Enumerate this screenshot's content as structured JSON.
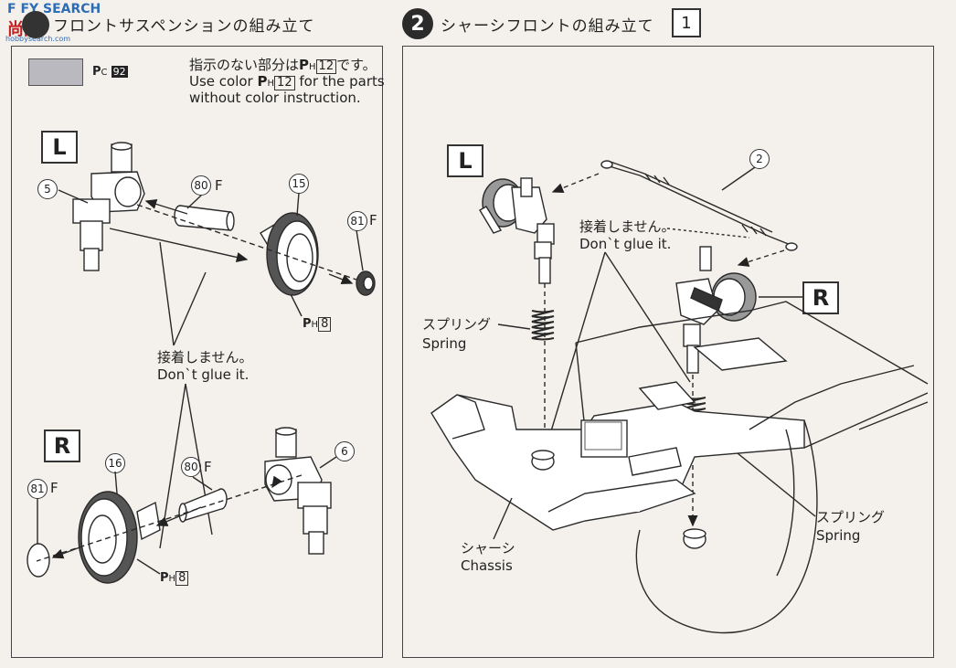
{
  "watermark": {
    "brand_top": "F  FY SEARCH",
    "brand_logo": "尚网",
    "url": "hobbysearch.com"
  },
  "step1": {
    "title": "フロントサスペンションの組み立て",
    "paint_code": "C",
    "paint_num": "92",
    "note_jp_a": "指示のない部分は",
    "note_jp_num": "12",
    "note_jp_b": "です。",
    "note_en_a": "Use color",
    "note_en_num": "12",
    "note_en_b": "for the parts",
    "note_en_c": "without color instruction.",
    "label_L": "L",
    "label_R": "R",
    "part_5": "5",
    "part_6": "6",
    "part_15": "15",
    "part_16": "16",
    "part_80": "80",
    "part_81": "81",
    "suffix_F": "F",
    "paint_H8": "8",
    "glue_jp": "接着しません。",
    "glue_en": "Don`t glue it."
  },
  "step2": {
    "number": "2",
    "title": "シャーシフロントの組み立て",
    "title_box": "1",
    "label_L": "L",
    "label_R": "R",
    "part_2": "2",
    "glue_jp": "接着しません。",
    "glue_en": "Don`t glue it.",
    "spring_jp": "スプリング",
    "spring_en": "Spring",
    "chassis_jp": "シャーシ",
    "chassis_en": "Chassis"
  },
  "colors": {
    "paint_swatch": "#b9b9bf",
    "line": "#2a2a2a",
    "accent_blue": "#2c6db5"
  }
}
